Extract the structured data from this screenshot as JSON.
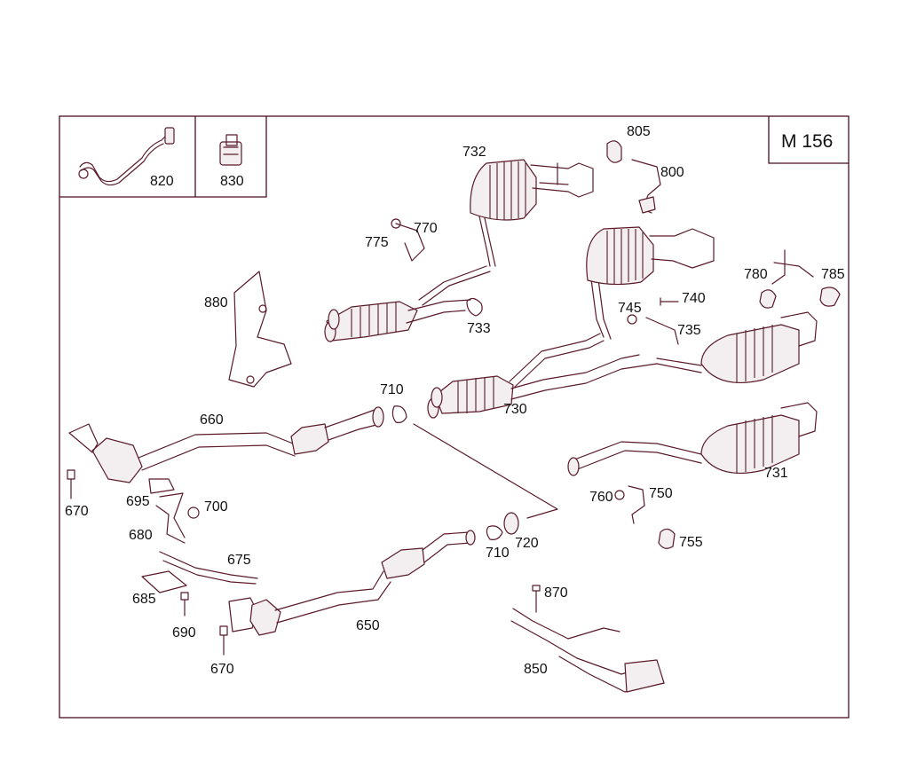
{
  "model_code": "M 156",
  "callouts": {
    "p650": "650",
    "p660": "660",
    "p670a": "670",
    "p670b": "670",
    "p675": "675",
    "p680": "680",
    "p685": "685",
    "p690": "690",
    "p695": "695",
    "p700": "700",
    "p710a": "710",
    "p710b": "710",
    "p720": "720",
    "p730": "730",
    "p731": "731",
    "p732": "732",
    "p733": "733",
    "p735": "735",
    "p740": "740",
    "p745": "745",
    "p750": "750",
    "p755": "755",
    "p760": "760",
    "p770": "770",
    "p775": "775",
    "p780": "780",
    "p785": "785",
    "p800": "800",
    "p805": "805",
    "p820": "820",
    "p830": "830",
    "p850": "850",
    "p870": "870",
    "p880": "880"
  }
}
